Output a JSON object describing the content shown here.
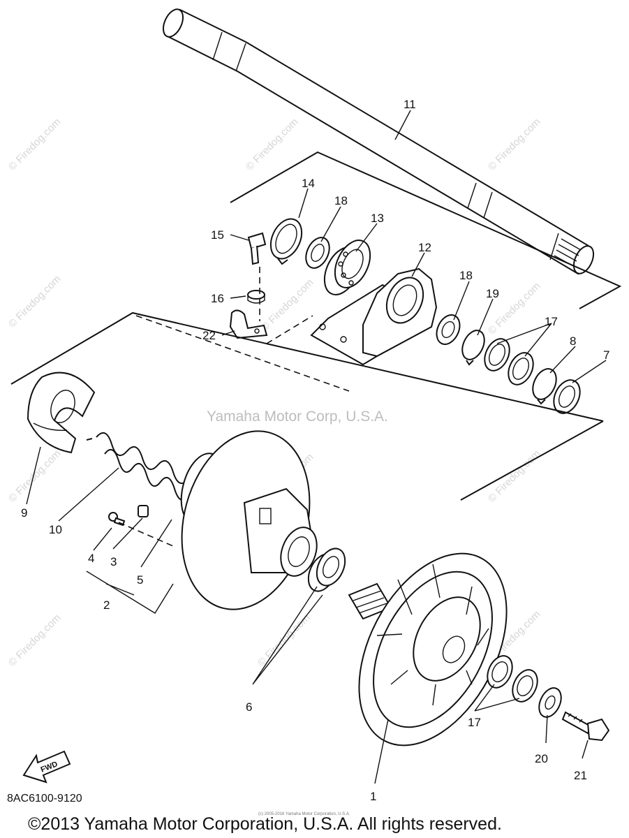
{
  "diagram": {
    "id_label": "8AC6100-9120",
    "center_watermark": "Yamaha Motor Corp, U.S.A.",
    "watermark": "© Firedog.com",
    "fwd_label": "FWD",
    "copyright": "©2013 Yamaha Motor Corporation, U.S.A. All rights reserved.",
    "fine_print": "(c) 2005-2016 Yamaha Motor Corporation, U.S.A.",
    "callouts": [
      "1",
      "2",
      "3",
      "4",
      "5",
      "6",
      "7",
      "8",
      "9",
      "10",
      "11",
      "12",
      "13",
      "14",
      "15",
      "16",
      "17",
      "18",
      "19",
      "20",
      "21",
      "22"
    ]
  }
}
